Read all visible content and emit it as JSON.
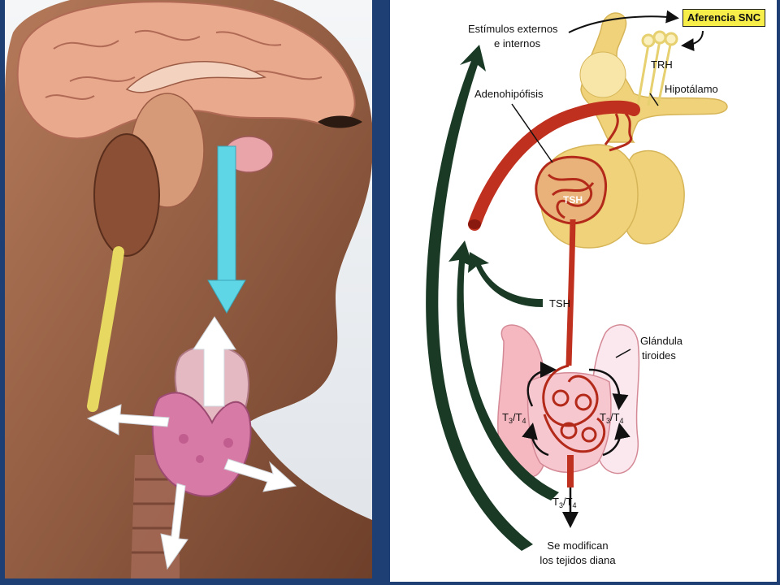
{
  "labels": {
    "external_stimuli_1": "Estímulos externos",
    "external_stimuli_2": "e internos",
    "cns_afference": "Aferencia SNC",
    "trh": "TRH",
    "hypothalamus": "Hipotálamo",
    "adenohypophysis": "Adenohipófisis",
    "tsh_inside": "TSH",
    "tsh_stalk": "TSH",
    "thyroid_1": "Glándula",
    "thyroid_2": "tiroides",
    "t_left": "T",
    "t_left_sub1": "3",
    "t_left_sep": "/T",
    "t_left_sub2": "4",
    "t_right": "T",
    "t_right_sub1": "3",
    "t_right_sep": "/T",
    "t_right_sub2": "4",
    "t_bottom": "T",
    "t_bottom_sub1": "3",
    "t_bottom_sep": "/T",
    "t_bottom_sub2": "4",
    "target_1": "Se modifican",
    "target_2": "los tejidos diana"
  },
  "colors": {
    "background": "#1d3f73",
    "vessel": "#c0301f",
    "gland_tan": "#f0d27a",
    "thyroid_pink": "#f5b8c0",
    "feedback_arrow": "#1a3a26",
    "cns_box": "#f7ee4a",
    "cyan_arrow": "#5fd6e6"
  }
}
